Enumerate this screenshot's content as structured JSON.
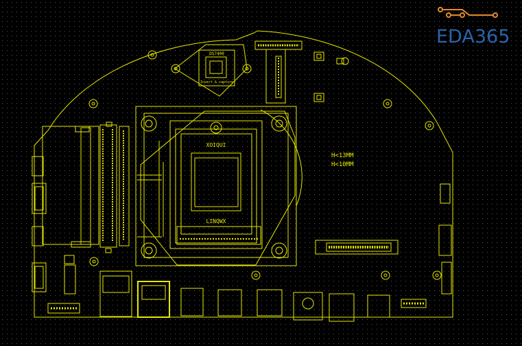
{
  "brand": {
    "name": "EDA365",
    "color": "#2b63a8",
    "trace_color": "#e58a2e"
  },
  "board": {
    "trace_color": "#e8e800",
    "background": "#000000",
    "dot_grid": "#5a5a5a",
    "chip_label": "DS7400",
    "chip_sublabel": "Insert & capture",
    "socket_top_text": "XOIQUI",
    "socket_bottom_text": "LINQWX"
  },
  "notes": {
    "h_max": "H<13MM",
    "h_min": "H<10MM"
  }
}
